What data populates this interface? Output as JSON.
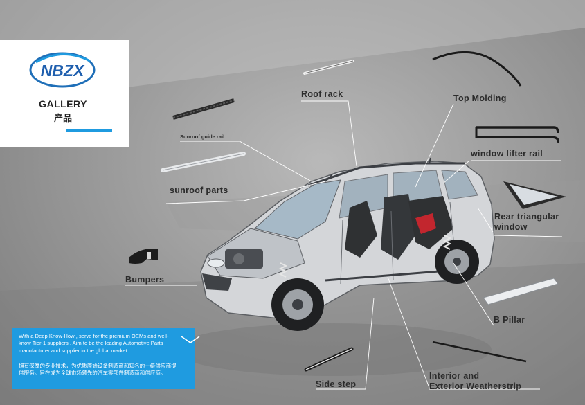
{
  "brand": {
    "logo_text": "NBZX",
    "accent_color": "#1f9be0"
  },
  "gallery": {
    "title": "GALLERY",
    "subtitle": "产品"
  },
  "parts": {
    "roof_rack": "Roof rack",
    "top_molding": "Top Molding",
    "sunroof_guide_rail": "Sunroof guide rail",
    "window_lifter_rail": "window lifter rail",
    "sunroof_parts": "sunroof parts",
    "rear_triangular_window_line1": "Rear triangular",
    "rear_triangular_window_line2": "window",
    "bumpers": "Bumpers",
    "b_pillar": "B Pillar",
    "side_step": "Side step",
    "weatherstrip_line1": "Interior and",
    "weatherstrip_line2": "Exterior Weatherstrip"
  },
  "info": {
    "english": "With a Deep Know-How , serve for the premium OEMs and well-know Tier-1 suppliers . Aim to be the leading Automotive Parts manufacturer and supplier in the global market .",
    "chinese": "拥有深厚的专业技术，为优质原始设备制造商和知名的一级供应商提供服务。旨在成为全球市场领先的汽车零部件制造商和供应商。",
    "expand_icon": "chevron-down-icon"
  }
}
